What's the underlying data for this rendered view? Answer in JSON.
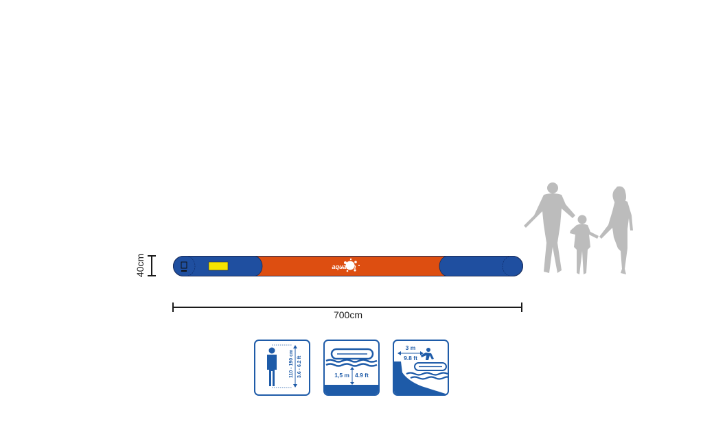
{
  "product": {
    "brand": "aquafun",
    "colors": {
      "blue": "#1f4fa0",
      "orange": "#dd4e11",
      "yellow": "#f7e500"
    }
  },
  "dimensions": {
    "height": "40cm",
    "width": "700cm"
  },
  "info_icons": {
    "height_range": {
      "metric": "110 - 190 cm",
      "imperial": "3.6 - 6.2 ft"
    },
    "water_depth": {
      "metric": "1,5 m",
      "imperial": "4.9 ft"
    },
    "safety_distance": {
      "metric": "3 m",
      "imperial": "9.8 ft"
    },
    "icon_color": "#1e5ba8"
  }
}
